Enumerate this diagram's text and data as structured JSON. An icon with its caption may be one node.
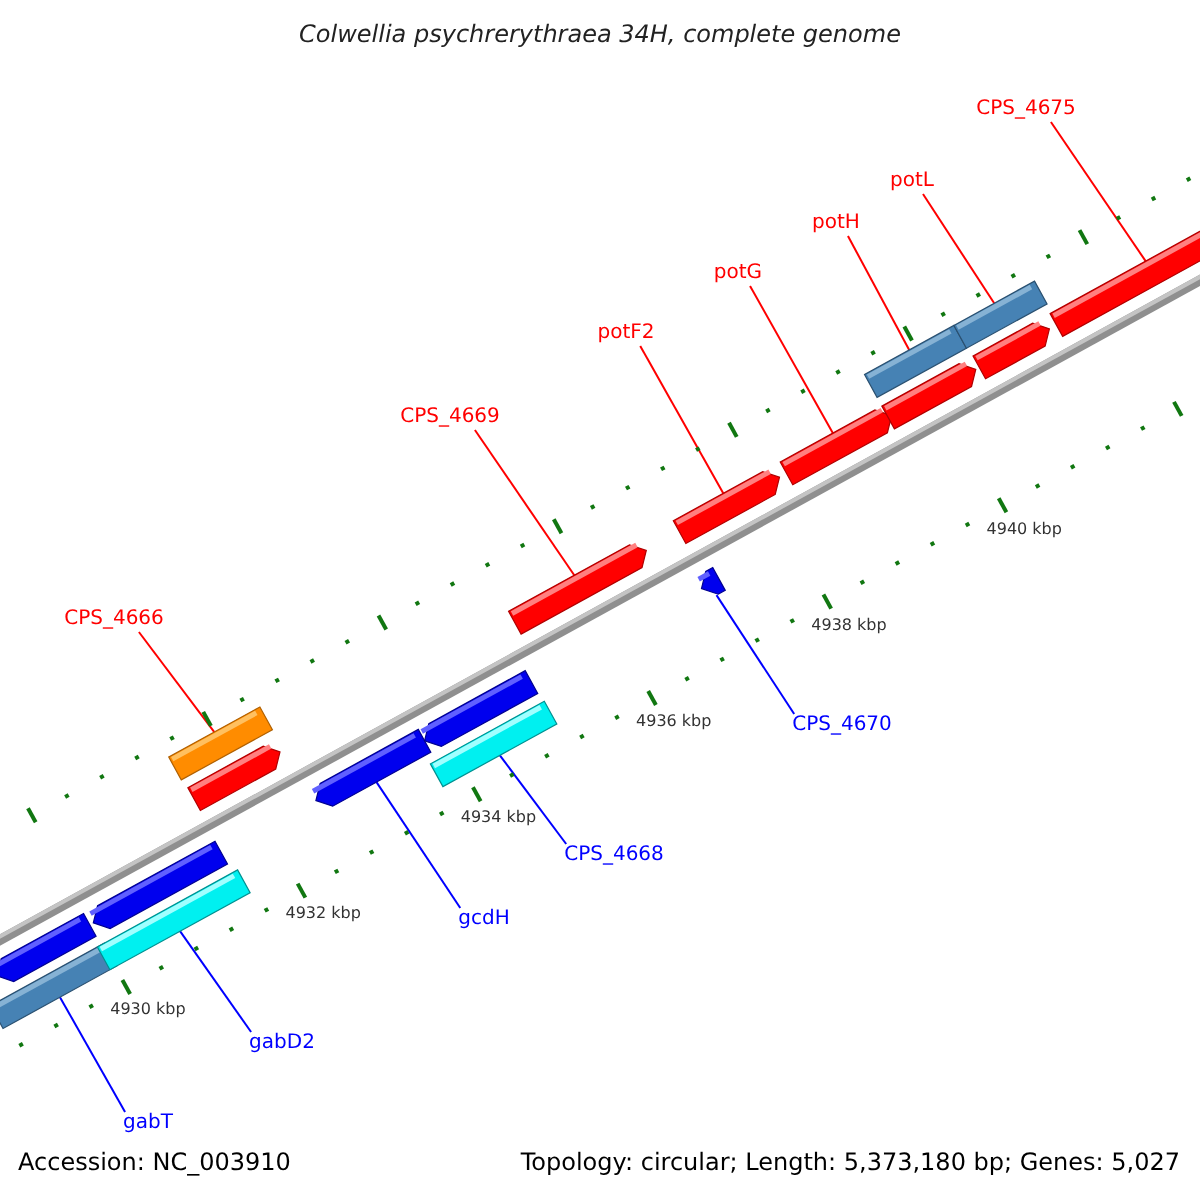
{
  "diagram": {
    "title": "Colwellia psychrerythraea 34H, complete genome",
    "nodes": [
      {
        "text": [
          "CPS_4666"
        ]
      },
      {
        "text": [
          "CPS_4669"
        ]
      },
      {
        "text": [
          "potF2"
        ]
      },
      {
        "text": [
          "potG"
        ]
      },
      {
        "text": [
          "potH"
        ]
      },
      {
        "text": [
          "potL"
        ]
      },
      {
        "text": [
          "CPS_4675"
        ]
      },
      {
        "text": [
          "CPS_4670"
        ]
      },
      {
        "text": [
          "CPS_4668"
        ]
      },
      {
        "text": [
          "gcdH"
        ]
      },
      {
        "text": [
          "gabD2"
        ]
      },
      {
        "text": [
          "gabT"
        ]
      },
      {
        "text": [],
        "shape": "bar"
      },
      {
        "text": [],
        "shape": "pentagon"
      },
      {
        "text": [],
        "shape": "bar"
      },
      {
        "text": [],
        "shape": "pentagon"
      },
      {
        "text": [],
        "shape": "bar"
      },
      {
        "text": [],
        "shape": "pentagon"
      },
      {
        "text": [],
        "shape": "pentagon"
      },
      {
        "text": [],
        "shape": "bar"
      },
      {
        "text": [],
        "shape": "pentagon"
      },
      {
        "text": [],
        "shape": "pentagon"
      },
      {
        "text": [],
        "shape": "pentagon"
      },
      {
        "text": [],
        "shape": "pentagon"
      },
      {
        "text": [],
        "shape": "pentagon"
      },
      {
        "text": [],
        "shape": "pentagon"
      },
      {
        "text": [],
        "shape": "bar"
      },
      {
        "text": [],
        "shape": "pentagon"
      },
      {
        "text": [],
        "shape": "bar"
      },
      {
        "text": [],
        "shape": "pentagon"
      }
    ],
    "edges": [
      {
        "from": 0,
        "to": 16,
        "arrow": "none"
      },
      {
        "from": 1,
        "to": 21,
        "arrow": "none"
      },
      {
        "from": 2,
        "to": 23,
        "arrow": "none"
      },
      {
        "from": 3,
        "to": 24,
        "arrow": "none"
      },
      {
        "from": 4,
        "to": 26,
        "arrow": "none"
      },
      {
        "from": 5,
        "to": 28,
        "arrow": "none"
      },
      {
        "from": 6,
        "to": 29,
        "arrow": "none"
      },
      {
        "from": 7,
        "to": 22,
        "arrow": "none",
        "color": "#0000ff"
      },
      {
        "from": 8,
        "to": 19,
        "arrow": "none",
        "color": "#0000ff"
      },
      {
        "from": 9,
        "to": 18,
        "arrow": "none",
        "color": "#0000ff"
      },
      {
        "from": 10,
        "to": 14,
        "arrow": "none",
        "color": "#0000ff"
      },
      {
        "from": 11,
        "to": 12,
        "arrow": "none",
        "color": "#0000ff"
      }
    ],
    "labels": [
      "4940 kbp",
      "4938 kbp",
      "4936 kbp",
      "4934 kbp",
      "4932 kbp",
      "4930 kbp",
      "Accession: NC_003910",
      "Topology: circular; Length: 5,373,180 bp; Genes: 5,027"
    ]
  }
}
